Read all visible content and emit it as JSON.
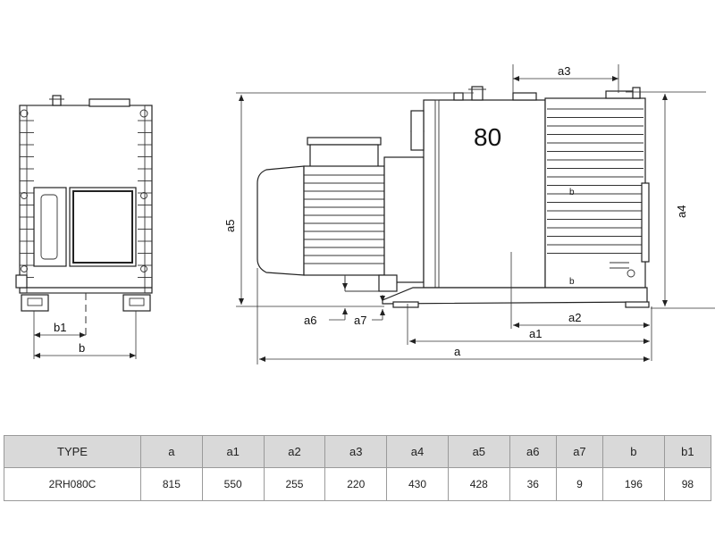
{
  "model_label": "80",
  "dimension_labels": {
    "a": "a",
    "a1": "a1",
    "a2": "a2",
    "a3": "a3",
    "a4": "a4",
    "a5": "a5",
    "a6": "a6",
    "a7": "a7",
    "b": "b",
    "b1": "b1",
    "b_mark": "b"
  },
  "table": {
    "headers": [
      "TYPE",
      "a",
      "a1",
      "a2",
      "a3",
      "a4",
      "a5",
      "a6",
      "a7",
      "b",
      "b1"
    ],
    "rows": [
      [
        "2RH080C",
        "815",
        "550",
        "255",
        "220",
        "430",
        "428",
        "36",
        "9",
        "196",
        "98"
      ]
    ]
  }
}
